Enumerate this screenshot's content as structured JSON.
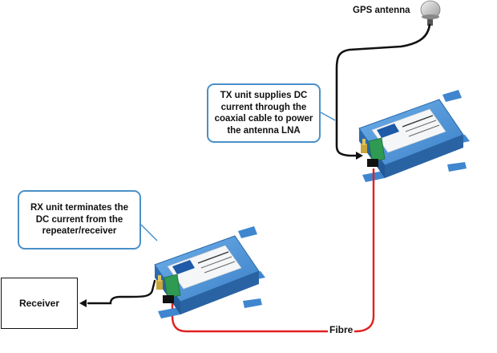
{
  "labels": {
    "gps_antenna": "GPS antenna",
    "receiver": "Receiver",
    "fibre": "Fibre"
  },
  "callouts": {
    "tx": "TX unit supplies DC\ncurrent through the\ncoaxial cable to power\nthe antenna LNA",
    "rx": "RX unit terminates the\nDC current from the\nrepeater/receiver"
  },
  "colors": {
    "fibre": "#e02020",
    "coax": "#111111",
    "unit_body": "#3f86cf",
    "callout_border": "#4a90c8",
    "connector_green": "#2e9a52"
  },
  "icons": {
    "antenna": "gps-antenna-icon",
    "unit": "fibre-link-unit-icon"
  }
}
